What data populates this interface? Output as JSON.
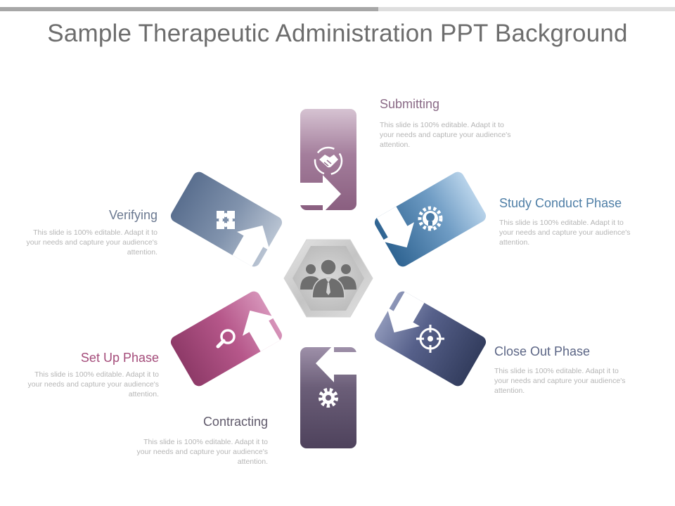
{
  "slide": {
    "title": "Sample Therapeutic Administration PPT Background"
  },
  "center": {
    "icon": "people-group-icon"
  },
  "phases": [
    {
      "id": "submitting",
      "label": "Submitting",
      "desc": "This slide is 100% editable. Adapt it to your needs and capture your audience's attention.",
      "icon": "handshake-icon",
      "color": "#8f6585",
      "label_color": "#8a6a86"
    },
    {
      "id": "study-conduct",
      "label": "Study Conduct  Phase",
      "desc": "This slide is 100% editable. Adapt it to your needs and capture your audience's attention.",
      "icon": "lightbulb-gear-icon",
      "color": "#3d6f9b",
      "label_color": "#4e7ea6"
    },
    {
      "id": "close-out",
      "label": "Close Out Phase",
      "desc": "This slide is 100% editable. Adapt it to your needs and capture your audience's attention.",
      "icon": "target-icon",
      "color": "#4a5578",
      "label_color": "#5b6585"
    },
    {
      "id": "contracting",
      "label": "Contracting",
      "desc": "This slide is 100% editable. Adapt it to your needs and capture your audience's attention.",
      "icon": "gear-icon",
      "color": "#5a4d66",
      "label_color": "#605a6b"
    },
    {
      "id": "set-up",
      "label": "Set Up   Phase",
      "desc": "This slide is 100% editable. Adapt it to your needs and capture your audience's attention.",
      "icon": "magnifier-icon",
      "color": "#a34a78",
      "label_color": "#a44c7a"
    },
    {
      "id": "verifying",
      "label": "Verifying",
      "desc": "This slide is 100% editable. Adapt it to your needs and capture your audience's attention.",
      "icon": "puzzle-icon",
      "color": "#5d7390",
      "label_color": "#6a7890"
    }
  ]
}
